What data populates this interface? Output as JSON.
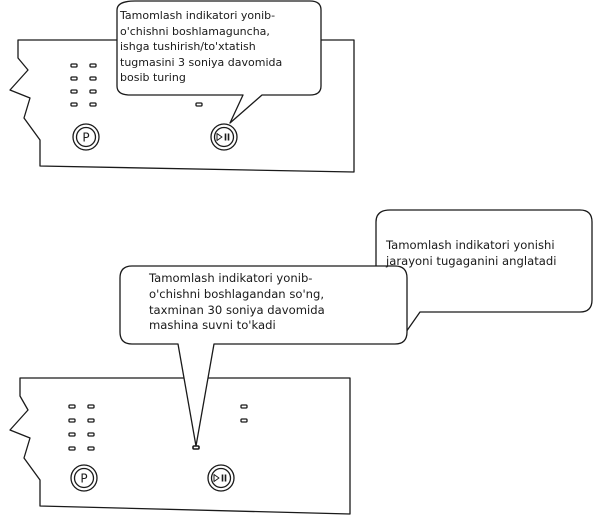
{
  "callouts": [
    {
      "id": "callout-1",
      "lines": [
        "Tamomlash indikatori yonib-",
        "o'chishni boshlamaguncha,",
        "ishga tushirish/to'xtatish",
        "tugmasini 3 soniya davomida",
        "bosib turing"
      ]
    },
    {
      "id": "callout-2",
      "lines": [
        "Tamomlash indikatori yonib-",
        "o'chishni boshlagandan so'ng,",
        "taxminan 30 soniya davomida",
        "mashina suvni to'kadi"
      ]
    },
    {
      "id": "callout-3",
      "lines": [
        "Tamomlash indikatori yonishi",
        "jarayoni tugaganini anglatadi"
      ]
    }
  ],
  "buttons": {
    "program_label": "P",
    "start_pause_icon": "play-pause-icon"
  },
  "colors": {
    "stroke": "#1a1a1a",
    "background": "#ffffff"
  }
}
